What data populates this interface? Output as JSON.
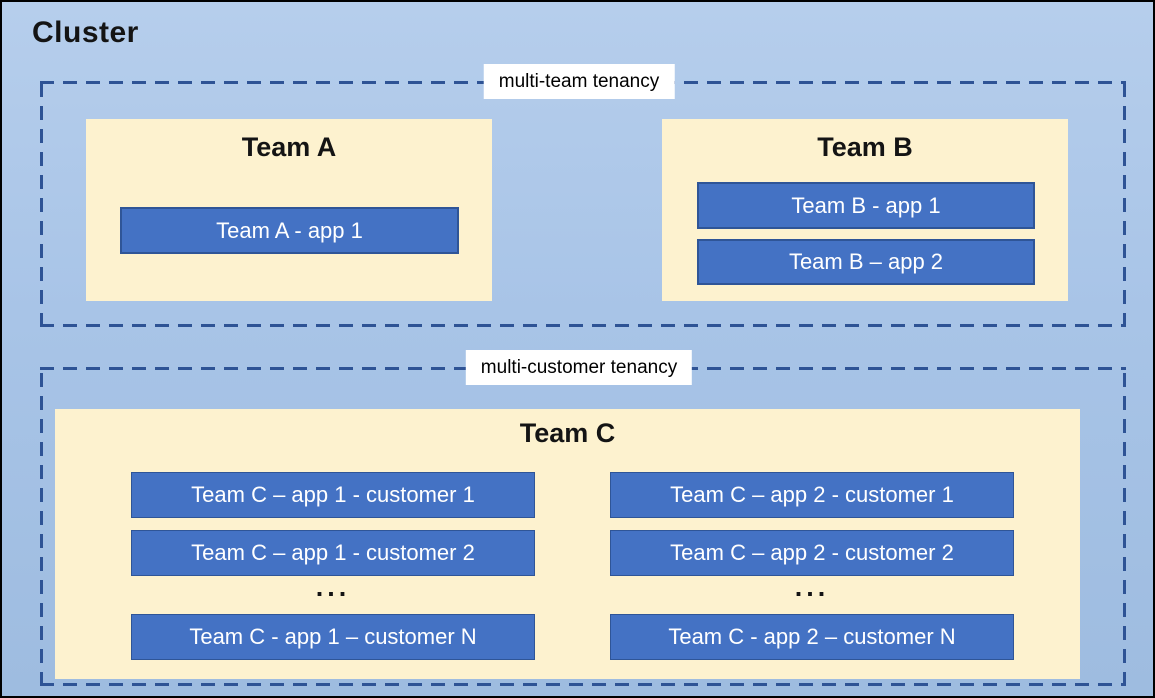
{
  "cluster": {
    "title": "Cluster"
  },
  "multi_team": {
    "label": "multi-team tenancy",
    "team_a": {
      "name": "Team A",
      "app1": "Team A - app 1"
    },
    "team_b": {
      "name": "Team B",
      "app1": "Team B - app 1",
      "app2": "Team B – app 2"
    }
  },
  "multi_customer": {
    "label": "multi-customer tenancy",
    "team_c": {
      "name": "Team C",
      "col1": {
        "row1": "Team C – app 1 - customer 1",
        "row2": "Team C – app 1 - customer 2",
        "dots": "...",
        "rowN": "Team C - app 1 – customer N"
      },
      "col2": {
        "row1": "Team C – app 2 - customer 1",
        "row2": "Team C – app 2 - customer 2",
        "dots": "...",
        "rowN": "Team C - app 2 – customer N"
      }
    }
  },
  "colors": {
    "cluster_bg_top": "#B6CEEC",
    "cluster_bg_bottom": "#9EBCE0",
    "team_box_bg": "#FDF2CF",
    "app_box_fill": "#4472C4",
    "app_box_border": "#2F5597",
    "dashed_border": "#2E5395",
    "outer_border": "#000000",
    "label_bg": "#FFFFFF"
  }
}
